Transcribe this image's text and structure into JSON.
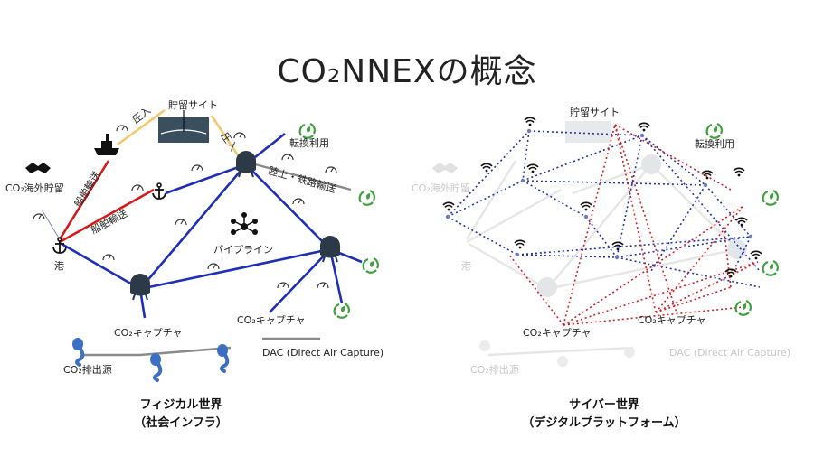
{
  "title": "CO₂NNEXの概念",
  "physical": {
    "caption_line1": "フィジカル世界",
    "caption_line2": "（社会インフラ）",
    "labels": {
      "storage_site": "貯留サイト",
      "inject_left": "圧入",
      "inject_right": "圧入",
      "ship_transport_1": "船舶輸送",
      "ship_transport_2": "船舶輸送",
      "overseas_storage": "CO₂海外貯留",
      "port": "港",
      "conversion_use": "転換利用",
      "land_rail_transport": "陸上・鉄路輸送",
      "pipeline": "パイプライン",
      "capture_1": "CO₂キャプチャ",
      "capture_2": "CO₂キャプチャ",
      "dac": "DAC (Direct Air Capture)",
      "emission_source": "CO₂排出源"
    }
  },
  "cyber": {
    "caption_line1": "サイバー世界",
    "caption_line2": "（デジタルプラットフォーム）",
    "labels": {
      "storage_site": "貯留サイト",
      "conversion_use": "転換利用",
      "overseas_storage": "CO₂海外貯留",
      "port": "港",
      "capture_1": "CO₂キャプチャ",
      "capture_2": "CO₂キャプチャ",
      "dac": "DAC (Direct Air Capture)",
      "emission_source": "CO₂排出源"
    }
  },
  "colors": {
    "pipeline_blue": "#1d2fb8",
    "ship_red": "#d61a1a",
    "inject_yellow": "#f2c96a",
    "land_gray": "#808080",
    "hub_dark": "#2b3a46",
    "emitter_blue": "#3b6fc4",
    "leaf_green": "#3da13d",
    "net_blue_dotted": "#2233aa",
    "net_red_dotted": "#cc2222"
  }
}
